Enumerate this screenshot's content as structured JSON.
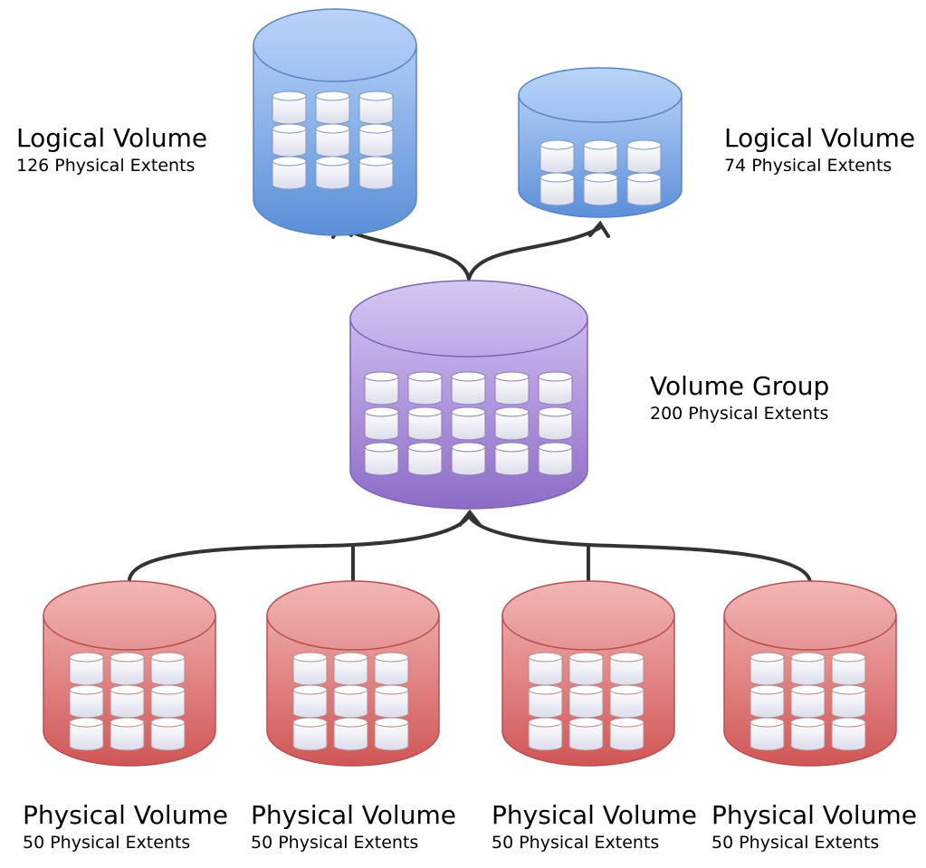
{
  "logical_volumes": [
    {
      "title": "Logical Volume",
      "extents": "126 Physical Extents"
    },
    {
      "title": "Logical Volume",
      "extents": "74 Physical Extents"
    }
  ],
  "volume_group": {
    "title": "Volume Group",
    "extents": "200 Physical Extents"
  },
  "physical_volumes": [
    {
      "title": "Physical Volume",
      "extents": "50 Physical Extents"
    },
    {
      "title": "Physical Volume",
      "extents": "50 Physical Extents"
    },
    {
      "title": "Physical Volume",
      "extents": "50 Physical Extents"
    },
    {
      "title": "Physical Volume",
      "extents": "50 Physical Extents"
    }
  ],
  "colors": {
    "logical": "#6c9ee0",
    "group": "#a98fd8",
    "physical": "#e07070",
    "connector": "#333333"
  }
}
